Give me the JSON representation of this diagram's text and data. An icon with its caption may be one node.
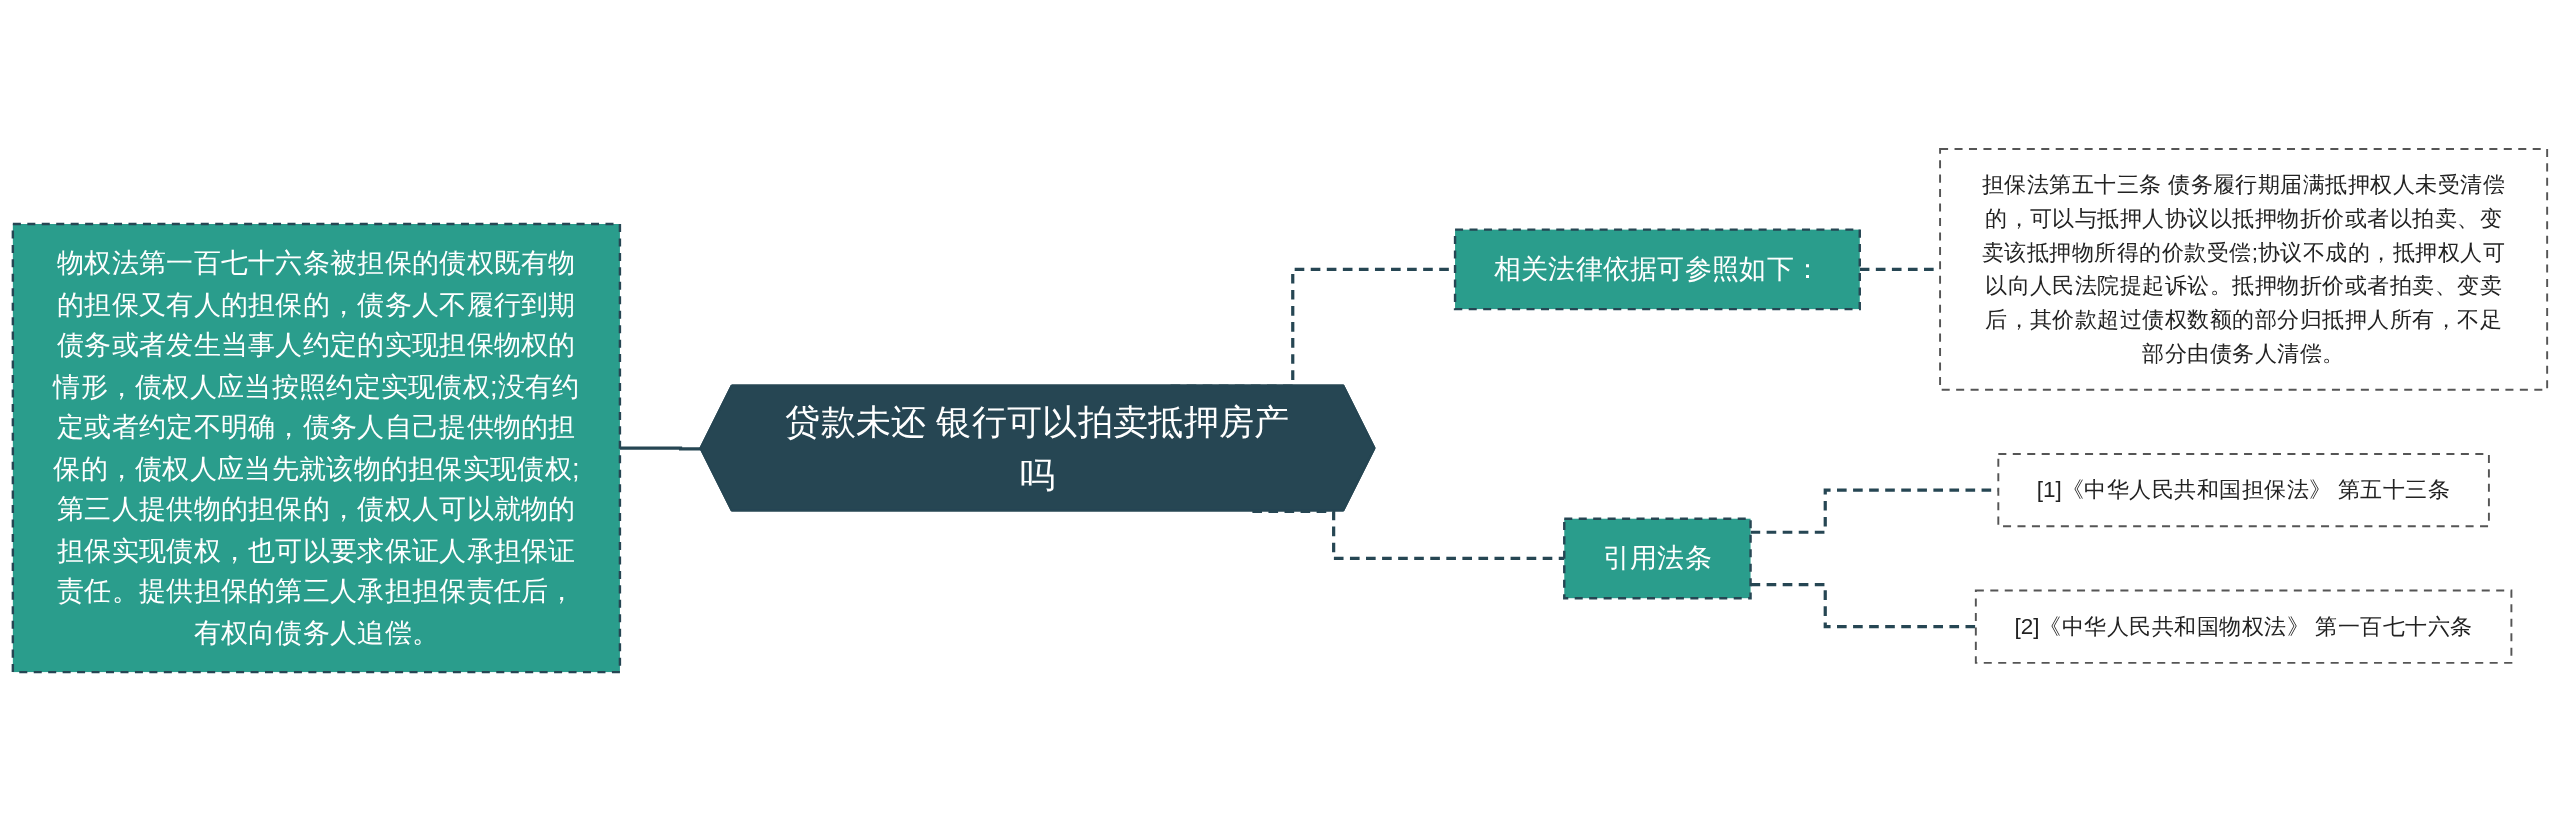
{
  "diagram": {
    "nodes": [
      {
        "text": [
          "物权法第一百七十六条被担保的债权既有物的担保又有人的担保的，债务人不履行到期债务或者发生当事人约定的实现担保物权的情形，债权人应当按照约定实现债权;没有约定或者约定不明确，债务人自己提供物的担保的，债权人应当先就该物的担保实现债权;第三人提供物的担保的，债权人可以就物的担保实现债权，也可以要求保证人承担保证责任。提供担保的第三人承担担保责任后，有权向债务人追偿。"
        ]
      },
      {
        "text": [
          "贷款未还 银行可以拍卖抵押房产吗"
        ]
      },
      {
        "text": [
          "相关法律依据可参照如下："
        ]
      },
      {
        "text": [
          "担保法第五十三条 债务履行期届满抵押权人未受清偿的，可以与抵押人协议以抵押物折价或者以拍卖、变卖该抵押物所得的价款受偿;协议不成的，抵押权人可以向人民法院提起诉讼。抵押物折价或者拍卖、变卖后，其价款超过债权数额的部分归抵押人所有，不足部分由债务人清偿。"
        ]
      },
      {
        "text": [
          "引用法条"
        ]
      },
      {
        "text": [
          "[1]《中华人民共和国担保法》 第五十三条"
        ]
      },
      {
        "text": [
          "[2]《中华人民共和国物权法》 第一百七十六条"
        ]
      }
    ],
    "edges": [
      {
        "from": 0,
        "to": 1,
        "arrow": "none"
      },
      {
        "from": 1,
        "to": 2,
        "arrow": "none",
        "style": "dashed"
      },
      {
        "from": 2,
        "to": 3,
        "arrow": "none",
        "style": "dashed"
      },
      {
        "from": 1,
        "to": 4,
        "arrow": "none",
        "style": "dashed"
      },
      {
        "from": 4,
        "to": 5,
        "arrow": "none",
        "style": "dashed"
      },
      {
        "from": 4,
        "to": 6,
        "arrow": "none",
        "style": "dashed"
      }
    ]
  }
}
